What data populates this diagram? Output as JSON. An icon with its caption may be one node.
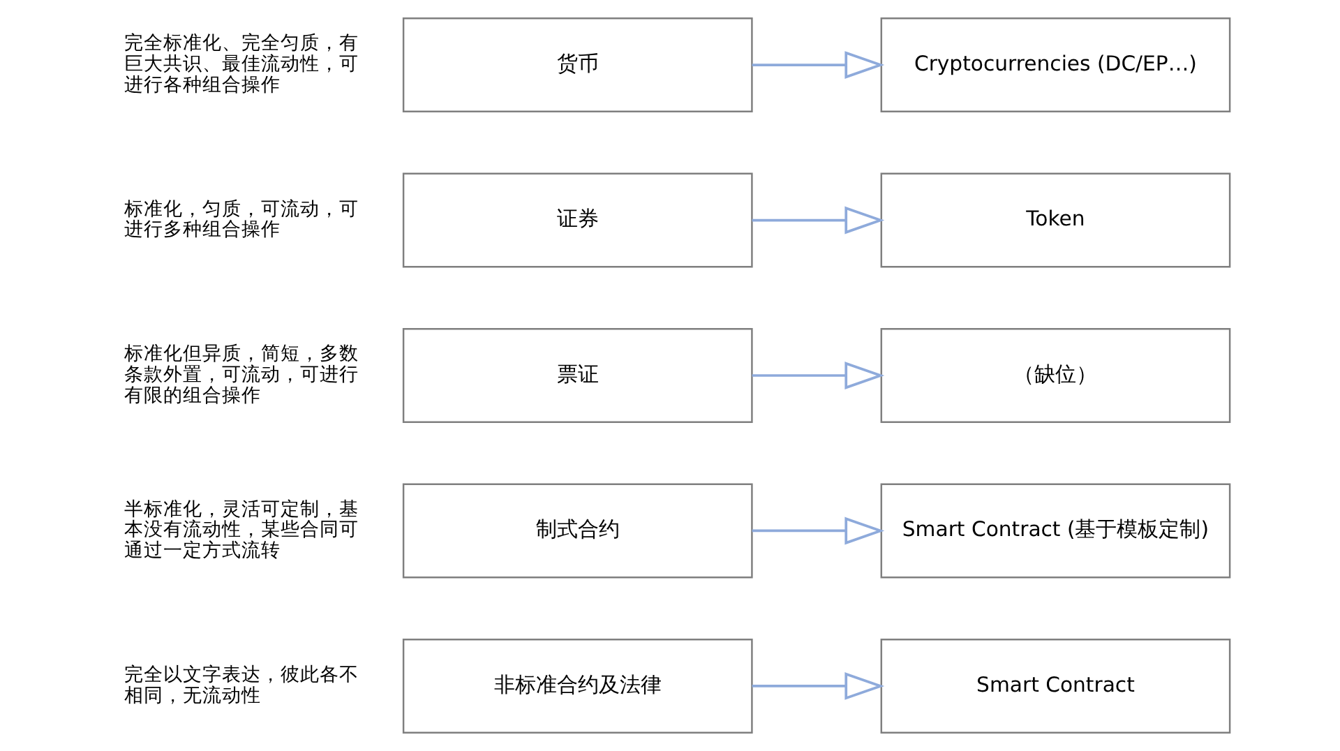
{
  "diagram": {
    "nodes": [
      {
        "text": [
          "货币"
        ],
        "beside": [
          "完全标准化、完全匀质，有巨大共识、最佳流动性，可进行各种组合操作"
        ]
      },
      {
        "text": [
          "Cryptocurrencies (DC/EP…)"
        ]
      },
      {
        "text": [
          "证券"
        ],
        "beside": [
          "标准化，匀质，可流动，可进行多种组合操作"
        ]
      },
      {
        "text": [
          "Token"
        ]
      },
      {
        "text": [
          "票证"
        ],
        "beside": [
          "标准化但异质，简短，多数条款外置，可流动，可进行有限的组合操作"
        ]
      },
      {
        "text": [
          "（缺位）"
        ]
      },
      {
        "text": [
          "制式合约"
        ],
        "beside": [
          "半标准化，灵活可定制，基本没有流动性，某些合同可通过一定方式流转"
        ]
      },
      {
        "text": [
          "Smart Contract (基于模板定制)"
        ]
      },
      {
        "text": [
          "非标准合约及法律"
        ],
        "beside": [
          "完全以文字表达，彼此各不相同，无流动性"
        ]
      },
      {
        "text": [
          "Smart Contract"
        ]
      }
    ],
    "edges": [
      {
        "from": 0,
        "to": 1,
        "arrow": "to"
      },
      {
        "from": 2,
        "to": 3,
        "arrow": "to"
      },
      {
        "from": 4,
        "to": 5,
        "arrow": "to"
      },
      {
        "from": 6,
        "to": 7,
        "arrow": "to"
      },
      {
        "from": 8,
        "to": 9,
        "arrow": "to"
      }
    ]
  }
}
